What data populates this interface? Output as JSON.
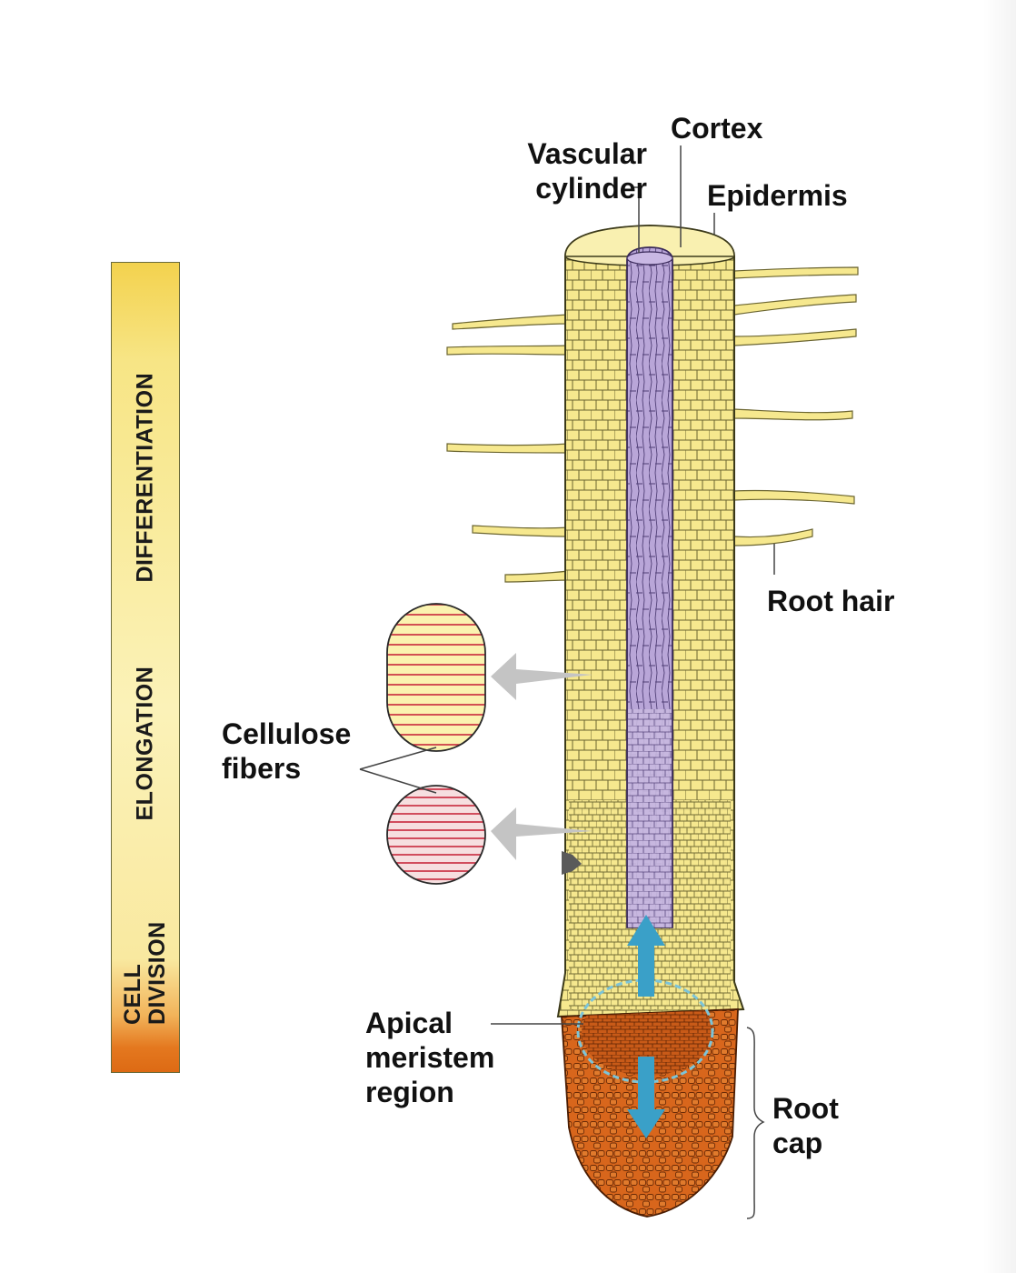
{
  "zones": {
    "differentiation": "DIFFERENTIATION",
    "elongation": "ELONGATION",
    "cell_division": "CELL\nDIVISION"
  },
  "labels": {
    "vascular_cylinder": "Vascular\ncylinder",
    "cortex": "Cortex",
    "epidermis": "Epidermis",
    "root_hair": "Root hair",
    "cellulose_fibers": "Cellulose\nfibers",
    "apical_meristem": "Apical\nmeristem\nregion",
    "root_cap": "Root\ncap"
  },
  "colors": {
    "root_yellow": "#f6e88e",
    "vascular_purple": "#b9a6d8",
    "root_cap_orange": "#d8661c",
    "arrow_blue": "#3aa0c8",
    "fiber_red": "#c8283c",
    "callout_gray": "#c4c4c4"
  }
}
